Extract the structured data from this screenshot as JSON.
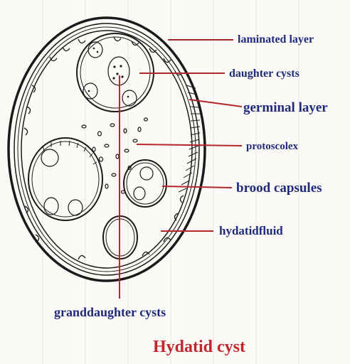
{
  "title": "Hydatid cyst",
  "labels": {
    "laminated_layer": "laminated layer",
    "daughter_cysts": "daughter cysts",
    "germinal_layer": "germinal layer",
    "protoscolex": "protoscolex",
    "brood_capsules": "brood  capsules",
    "hydatid_fluid": "hydatidfluid",
    "granddaughter_cysts": "granddaughter cysts"
  },
  "colors": {
    "label_text": "#1f2a7a",
    "leader_line": "#b3262c",
    "title": "#c0262b",
    "ink": "#1a1a1a",
    "background": "#fbfaf6"
  }
}
